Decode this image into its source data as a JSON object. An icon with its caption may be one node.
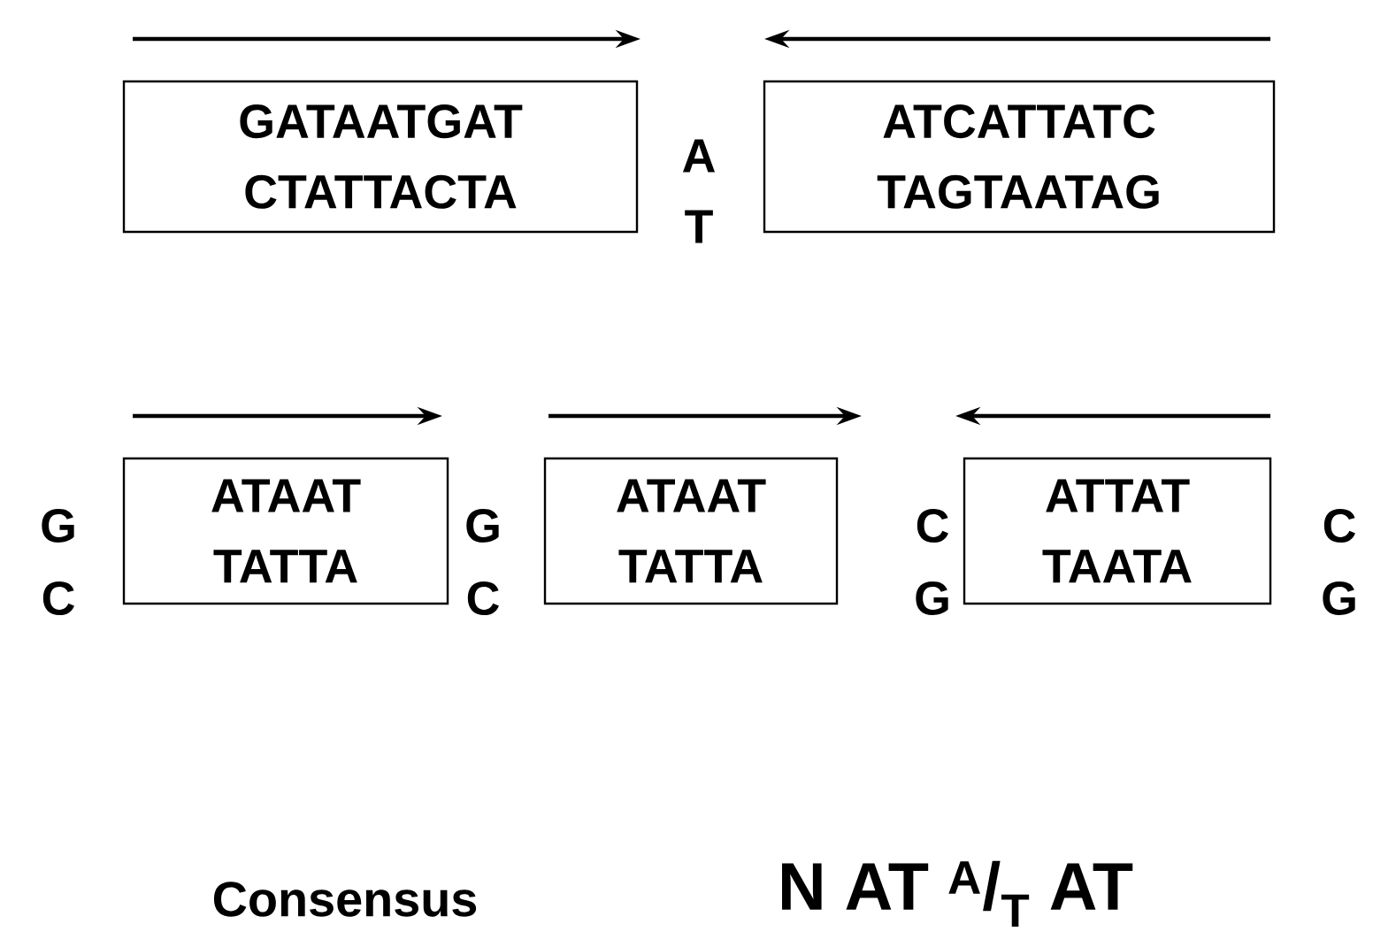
{
  "diagram": {
    "nodes": [
      {
        "text": [
          "GATAATGAT",
          "CTATTACTA"
        ]
      },
      {
        "text": [
          "ATCATTATC",
          "TAGTAATAG"
        ]
      },
      {
        "text": [
          "ATAAT",
          "TATTA"
        ]
      },
      {
        "text": [
          "ATAAT",
          "TATTA"
        ]
      },
      {
        "text": [
          "ATTAT",
          "TAATA"
        ]
      }
    ],
    "edges": [],
    "labels": [
      "A",
      "T",
      "G",
      "G",
      "C",
      "C",
      "C",
      "C",
      "G",
      "G",
      "Consensus",
      "N  AT $^{A}$/$_{T}$ AT"
    ]
  }
}
